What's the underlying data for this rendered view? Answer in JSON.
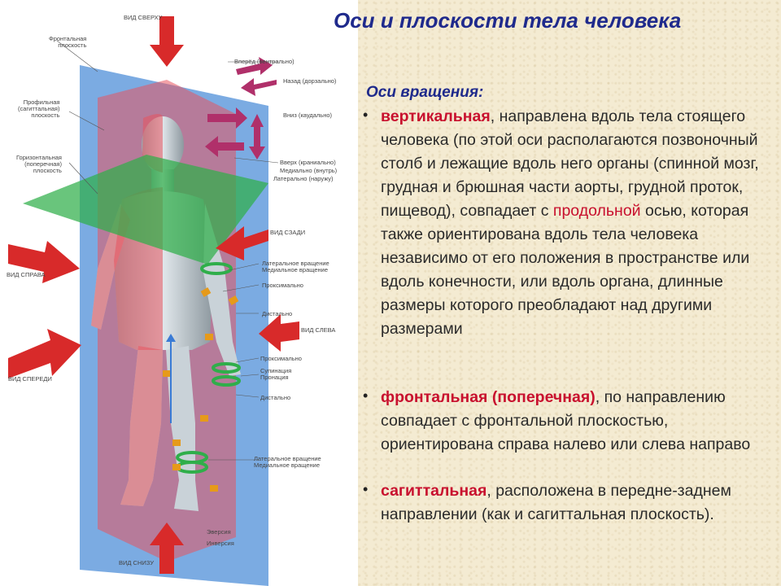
{
  "slide": {
    "title": "Оси и  плоскости тела человека",
    "subheading": "Оси вращения:",
    "bullets": [
      {
        "keyword": "вертикальная",
        "part1": ", направлена вдоль тела стоящего человека (по этой оси располагаются позвоночный столб и лежащие вдоль него органы (спинной мозг, грудная и брюшная части аорты, грудной проток, пищевод),  совпадает с ",
        "keyword2": "продольной",
        "part2": " осью, которая также ориентирована вдоль тела человека независимо от его положения в пространстве или вдоль конечности, или вдоль органа, длинные размеры которого преобладают над другими размерами"
      },
      {
        "keyword": "фронтальная (поперечная)",
        "part1": ", по направлению совпадает с фронтальной плоскостью, ориентирована справа налево или слева направо"
      },
      {
        "keyword": "сагиттальная",
        "part1": ", расположена в передне-заднем направлении (как и сагиттальная плоскость)."
      }
    ]
  },
  "illustration": {
    "labels": {
      "top_view": "ВИД СВЕРХУ",
      "frontal_plane": "Фронтальная\nплоскость",
      "sagittal_plane": "Профильная\n(сагиттальная)\nплоскость",
      "horizontal_plane": "Горизонтальная\n(поперечная)\nплоскость",
      "forward": "Вперёд (вентрально)",
      "backward": "Назад (дорзально)",
      "down": "Вниз (каудально)",
      "up": "Вверх (краниально)",
      "medial": "Медиально (внутрь)",
      "lateral": "Латерально (наружу)",
      "back_view": "ВИД СЗАДИ",
      "right_view": "ВИД СПРАВА",
      "rotation": "Латеральное вращение\nМедиальное вращение",
      "proximal1": "Проксимально",
      "distal1": "Дистально",
      "left_view": "ВИД СЛЕВА",
      "front_view": "ВИД СПЕРЕДИ",
      "proximal2": "Проксимально",
      "supination": "Супинация\nПронация",
      "distal2": "Дистально",
      "rotation2": "Латеральное вращение\nМедиальное вращение",
      "eversion": "Эверсия",
      "inversion": "Инверсия",
      "bottom_view": "ВИД СНИЗУ"
    },
    "colors": {
      "sagittal": "#e8535f",
      "frontal": "#4f8fd8",
      "horizontal": "#2fae4a",
      "arrow_red": "#d82a2a",
      "arrow_pink": "#b0306a"
    }
  }
}
